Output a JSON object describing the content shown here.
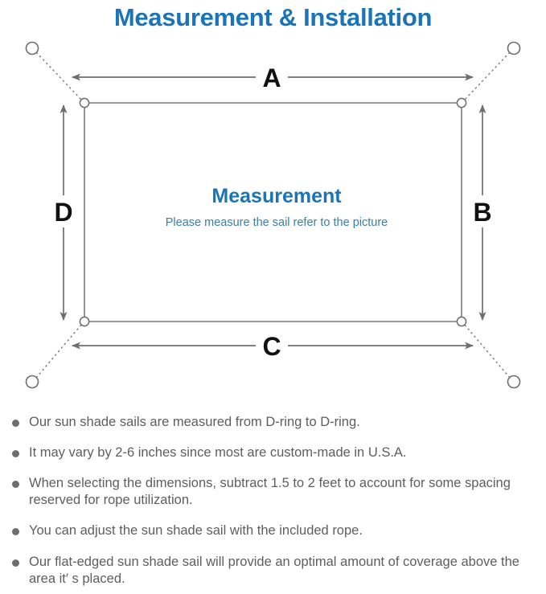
{
  "page": {
    "title": "Measurement & Installation",
    "title_color": "#1a74b8",
    "background_color": "#ffffff"
  },
  "diagram": {
    "name": "sun-shade-sail-measurement-diagram",
    "sail": {
      "center_label": "Measurement",
      "center_sublabel": "Please measure the sail refer to the picture",
      "center_label_color": "#1a74b8",
      "center_sublabel_color": "#3f7ca8",
      "edge_color": "#7a7a7a"
    },
    "dimension_labels": {
      "top": "A",
      "right": "B",
      "bottom": "C",
      "left": "D"
    },
    "dimension_line_color": "#6e6e6e",
    "anchor_point_color": "#6e6e6e",
    "rope_line_style": "dotted",
    "anchor_points": [
      {
        "position": "top-left"
      },
      {
        "position": "top-right"
      },
      {
        "position": "bottom-left"
      },
      {
        "position": "bottom-right"
      }
    ],
    "d_rings": [
      {
        "position": "top-left"
      },
      {
        "position": "top-right"
      },
      {
        "position": "bottom-left"
      },
      {
        "position": "bottom-right"
      }
    ]
  },
  "notes": {
    "bullet_color": "#6e6e6e",
    "text_color": "#5e5e5e",
    "items": [
      "Our sun shade sails are measured from D-ring to D-ring.",
      "It may vary by 2-6 inches since most are custom-made in U.S.A.",
      "When selecting the dimensions, subtract 1.5 to 2 feet to account for some spacing reserved for rope utilization.",
      "You can adjust the sun shade sail with the included rope.",
      "Our flat-edged sun shade sail will provide an optimal amount of coverage above the area it′ s placed."
    ]
  }
}
